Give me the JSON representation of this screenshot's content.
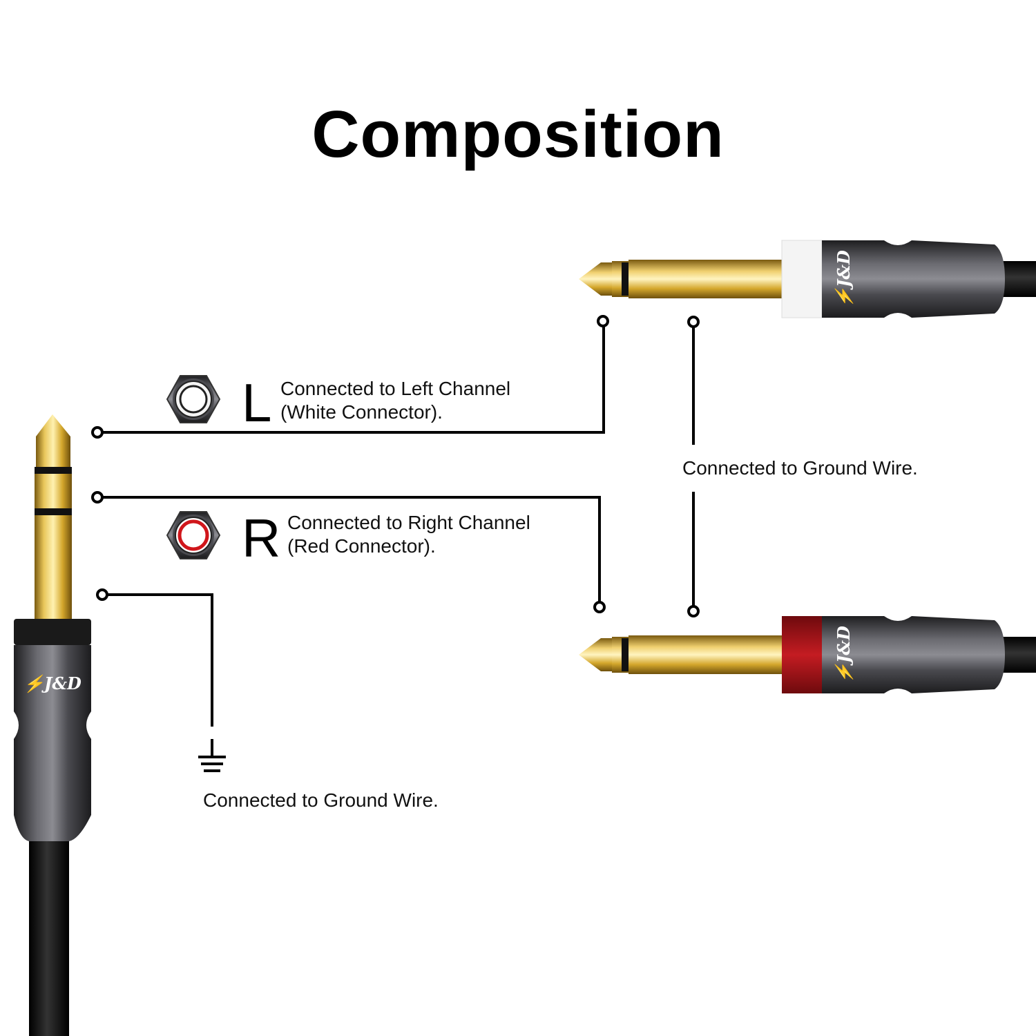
{
  "title": "Composition",
  "left_channel": {
    "letter": "L",
    "line1": "Connected to Left Channel",
    "line2": "(White Connector).",
    "ring_color": "#ffffff"
  },
  "right_channel": {
    "letter": "R",
    "line1": "Connected to Right Channel",
    "line2": "(Red Connector).",
    "ring_color": "#d0161b"
  },
  "ground_right": "Connected to Ground Wire.",
  "ground_left": "Connected to Ground Wire.",
  "brand": "J&D",
  "colors": {
    "gold": "#c9a227",
    "gunmetal": "#3b3b3e",
    "white_band": "#f4f4f4",
    "red_band": "#b3151a",
    "wire": "#000000"
  }
}
